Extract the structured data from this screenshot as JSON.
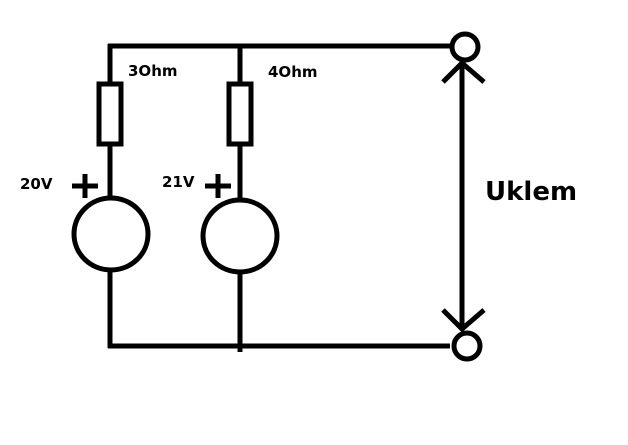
{
  "diagram": {
    "resistor_1": {
      "label": "3Ohm"
    },
    "resistor_2": {
      "label": "4Ohm"
    },
    "source_1": {
      "label": "20V"
    },
    "source_2": {
      "label": "21V"
    },
    "output_voltage": {
      "label": "Uklem"
    }
  }
}
